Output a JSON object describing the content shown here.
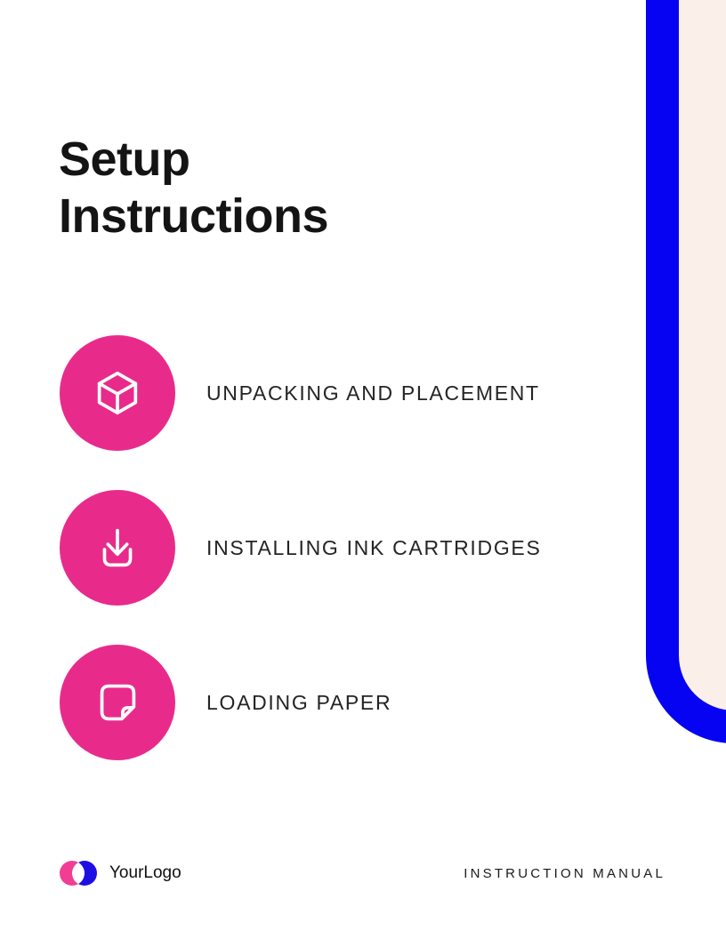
{
  "title": {
    "lines": [
      "Setup",
      "Instructions"
    ]
  },
  "steps": [
    {
      "label": "UNPACKING AND PLACEMENT",
      "icon": "cube-icon"
    },
    {
      "label": "INSTALLING INK CARTRIDGES",
      "icon": "download-icon"
    },
    {
      "label": "LOADING PAPER",
      "icon": "page-icon"
    }
  ],
  "footer": {
    "logo_text": "YourLogo",
    "label": "INSTRUCTION MANUAL"
  },
  "colors": {
    "step_circle_pink": "#E82B8B",
    "border_blue": "#0503F2",
    "panel_cream": "#FBF0E9",
    "logo_pink": "#F23E92",
    "logo_blue": "#1D0FE3",
    "text_dark": "#141414"
  }
}
